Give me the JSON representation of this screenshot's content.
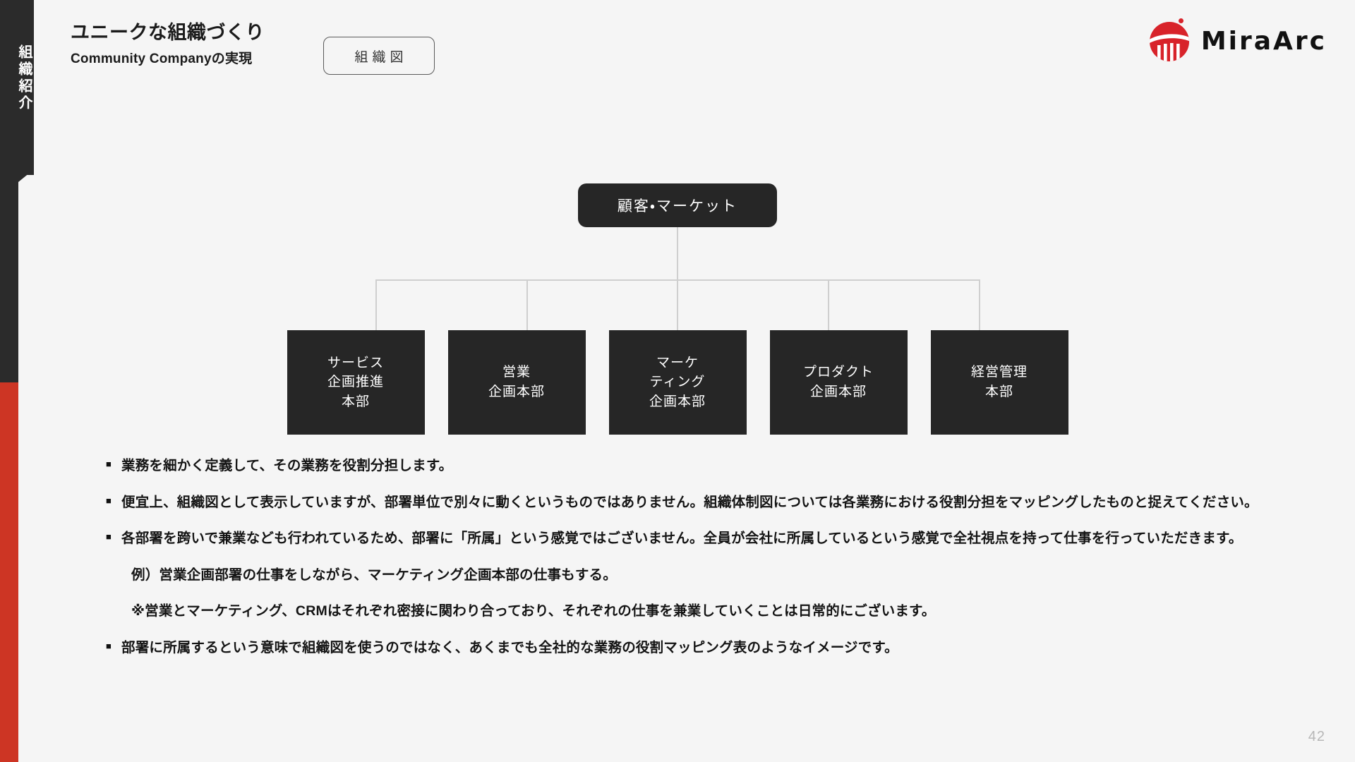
{
  "slide": {
    "background_color": "#f5f5f5",
    "page_number": "42"
  },
  "side_tab": {
    "label": "組織紹介",
    "dark_color": "#2b2b2b",
    "accent_color": "#cd3524"
  },
  "header": {
    "title": "ユニークな組織づくり",
    "subtitle": "Community Companyの実現",
    "badge": "組織図"
  },
  "logo": {
    "name": "MiraArc",
    "mark_color": "#d8232a",
    "text_color": "#111111"
  },
  "chart_data": {
    "type": "diagram",
    "title": "組織図",
    "root": "顧客・マーケット",
    "children": [
      "サービス\n企画推進\n本部",
      "営業\n企画本部",
      "マーケ\nティング\n企画本部",
      "プロダクト\n企画本部",
      "経営管理\n本部"
    ],
    "node_color": "#262626",
    "node_text_color": "#ffffff",
    "connector_color": "#cfcfcf"
  },
  "notes": {
    "bullet_glyph": "■",
    "items": [
      {
        "type": "bullet",
        "text": "業務を細かく定義して、その業務を役割分担します。"
      },
      {
        "type": "bullet",
        "text": "便宜上、組織図として表示していますが、部署単位で別々に動くというものではありません。組織体制図については各業務における役割分担をマッピングしたものと捉えてください。"
      },
      {
        "type": "bullet",
        "text": "各部署を跨いで兼業なども行われているため、部署に「所属」という感覚ではございません。全員が会社に所属しているという感覚で全社視点を持って仕事を行っていただきます。"
      },
      {
        "type": "indent",
        "text": "例）営業企画部署の仕事をしながら、マーケティング企画本部の仕事もする。"
      },
      {
        "type": "indent",
        "text": "※営業とマーケティング、CRMはそれぞれ密接に関わり合っており、それぞれの仕事を兼業していくことは日常的にございます。"
      },
      {
        "type": "bullet",
        "text": "部署に所属するという意味で組織図を使うのではなく、あくまでも全社的な業務の役割マッピング表のようなイメージです。"
      }
    ]
  }
}
